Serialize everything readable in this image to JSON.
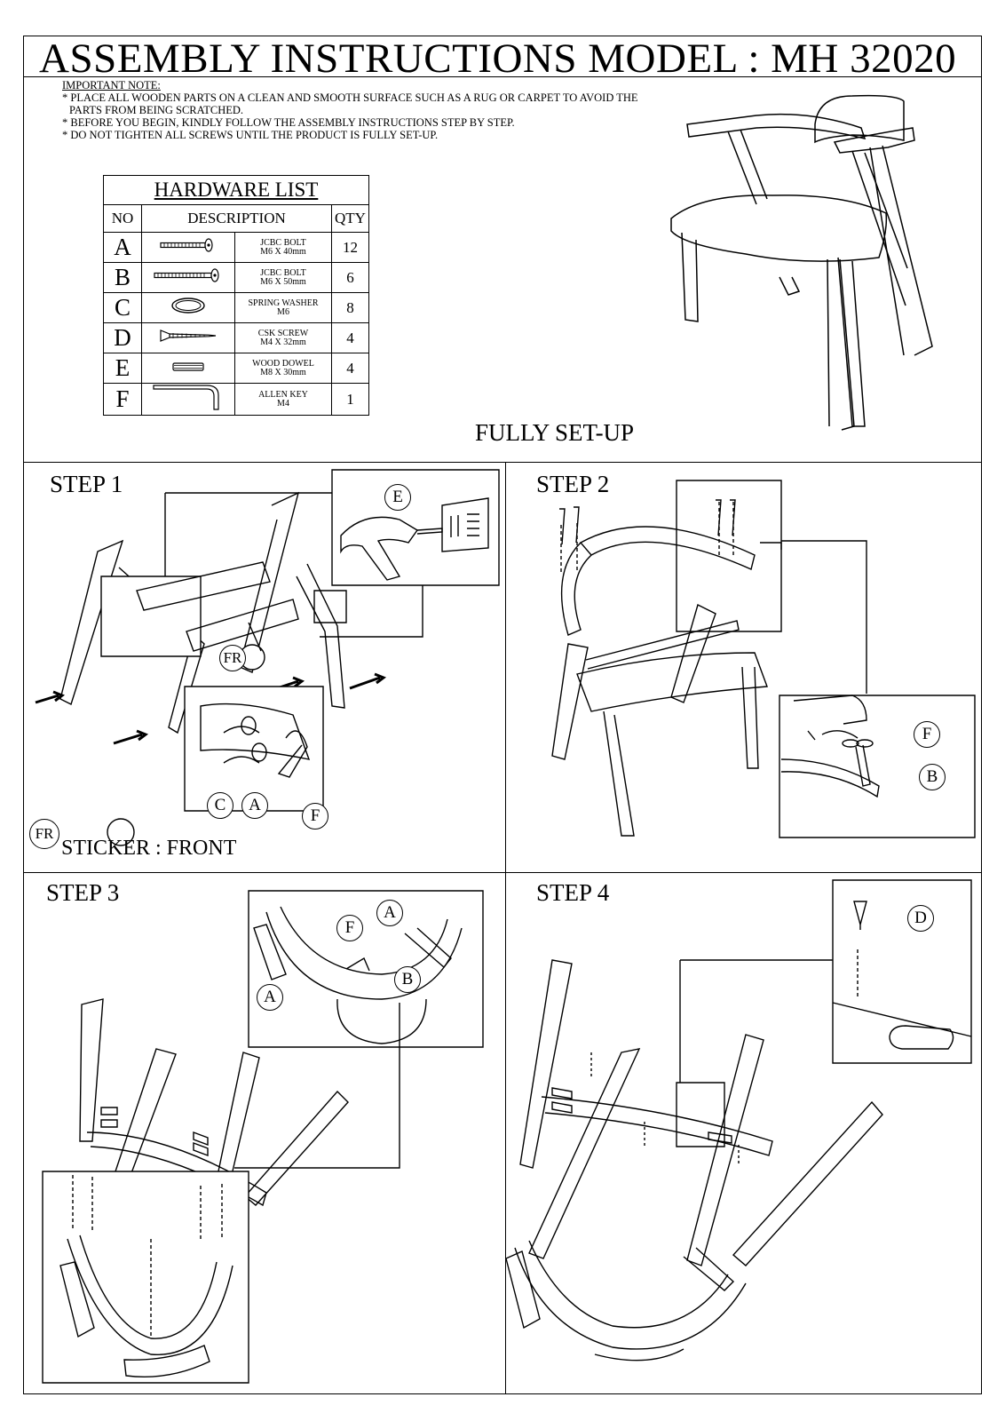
{
  "header": {
    "title": "ASSEMBLY INSTRUCTIONS MODEL : MH 32020"
  },
  "notes": {
    "heading": "IMPORTANT NOTE:",
    "lines": [
      "* PLACE ALL WOODEN PARTS ON A CLEAN AND SMOOTH SURFACE SUCH AS A RUG OR CARPET TO AVOID THE",
      "  PARTS FROM BEING SCRATCHED.",
      "* BEFORE YOU BEGIN, KINDLY FOLLOW THE ASSEMBLY INSTRUCTIONS STEP BY STEP.",
      "* DO NOT TIGHTEN ALL SCREWS UNTIL THE PRODUCT IS FULLY SET-UP."
    ]
  },
  "hardware": {
    "title": "HARDWARE LIST",
    "col_no": "NO",
    "col_desc": "DESCRIPTION",
    "col_qty": "QTY",
    "rows": [
      {
        "no": "A",
        "icon": "bolt-40-icon",
        "line1": "JCBC BOLT",
        "line2": "M6 X 40mm",
        "qty": "12"
      },
      {
        "no": "B",
        "icon": "bolt-50-icon",
        "line1": "JCBC BOLT",
        "line2": "M6 X 50mm",
        "qty": "6"
      },
      {
        "no": "C",
        "icon": "spring-washer-icon",
        "line1": "SPRING WASHER",
        "line2": "M6",
        "qty": "8"
      },
      {
        "no": "D",
        "icon": "csk-screw-icon",
        "line1": "CSK SCREW",
        "line2": "M4 X 32mm",
        "qty": "4"
      },
      {
        "no": "E",
        "icon": "wood-dowel-icon",
        "line1": "WOOD DOWEL",
        "line2": "M8 X 30mm",
        "qty": "4"
      },
      {
        "no": "F",
        "icon": "allen-key-icon",
        "line1": "ALLEN KEY",
        "line2": "M4",
        "qty": "1"
      }
    ]
  },
  "fully_setup": {
    "caption": "FULLY SET-UP"
  },
  "steps": [
    {
      "label": "STEP 1"
    },
    {
      "label": "STEP 2"
    },
    {
      "label": "STEP 3"
    },
    {
      "label": "STEP 4"
    }
  ],
  "callouts": {
    "a": "A",
    "b": "B",
    "c": "C",
    "d": "D",
    "e": "E",
    "f": "F",
    "fr": "FR"
  },
  "sticker": {
    "badge": "FR",
    "text": "STICKER : FRONT"
  }
}
